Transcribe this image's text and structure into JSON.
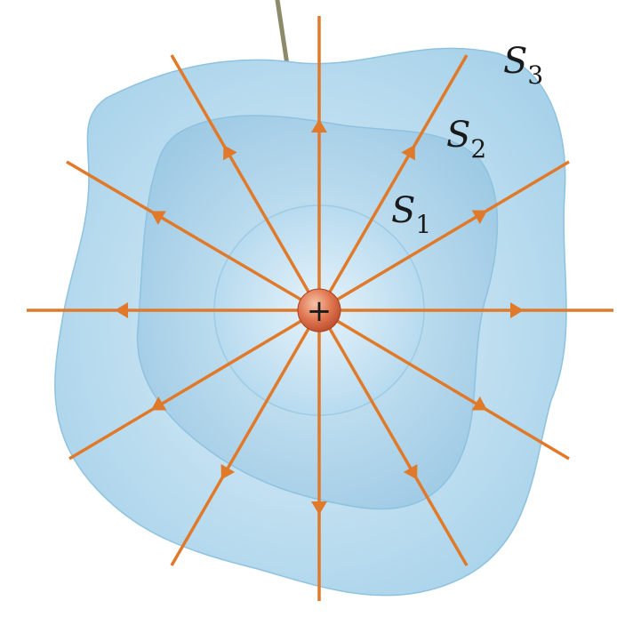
{
  "figure": {
    "colors": {
      "background": "#ffffff",
      "surface_outer": "#bcdcee",
      "surface_mid": "#a9d0e8",
      "surface_inner": "#c7e2f2",
      "surface_edge": "#8ec2e0",
      "field_line": "#e07a2a",
      "charge_fill": "#d96a48",
      "rod": "#8c8a6a"
    },
    "surfaces": [
      {
        "id": "S1",
        "label": "S",
        "subscript": "1"
      },
      {
        "id": "S2",
        "label": "S",
        "subscript": "2"
      },
      {
        "id": "S3",
        "label": "S",
        "subscript": "3"
      }
    ],
    "charge": {
      "sign": "+",
      "icon": "positive-charge-icon"
    },
    "field_lines": {
      "count": 12,
      "direction": "outward"
    }
  }
}
